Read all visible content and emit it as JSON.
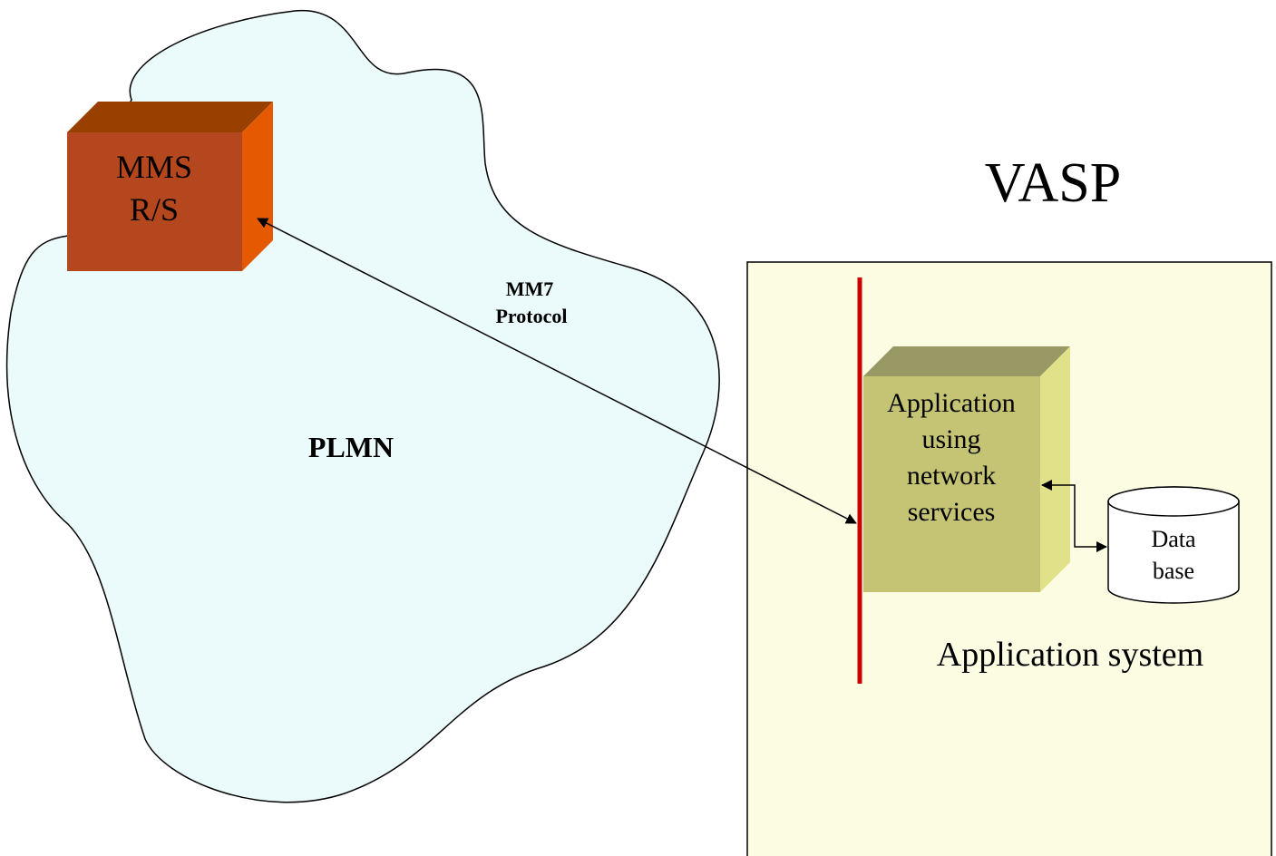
{
  "colors": {
    "cloud_fill": "#EBFAFB",
    "outline": "#000000",
    "mms_front": "#B5471E",
    "mms_top": "#993F00",
    "mms_side": "#E55A00",
    "vasp_fill": "#FCFCE3",
    "interface_line": "#CC0000",
    "app_front": "#C4C474",
    "app_top": "#999966",
    "app_side": "#E1E18A",
    "db_fill": "#FFFFFF"
  },
  "plmn": {
    "label": "PLMN"
  },
  "mms_rs": {
    "line1": "MMS",
    "line2": "R/S"
  },
  "protocol": {
    "line1": "MM7",
    "line2": "Protocol"
  },
  "vasp": {
    "label": "VASP"
  },
  "application": {
    "line1": "Application",
    "line2": "using",
    "line3": "network",
    "line4": "services"
  },
  "database": {
    "line1": "Data",
    "line2": "base"
  },
  "application_system": {
    "label": "Application system"
  }
}
